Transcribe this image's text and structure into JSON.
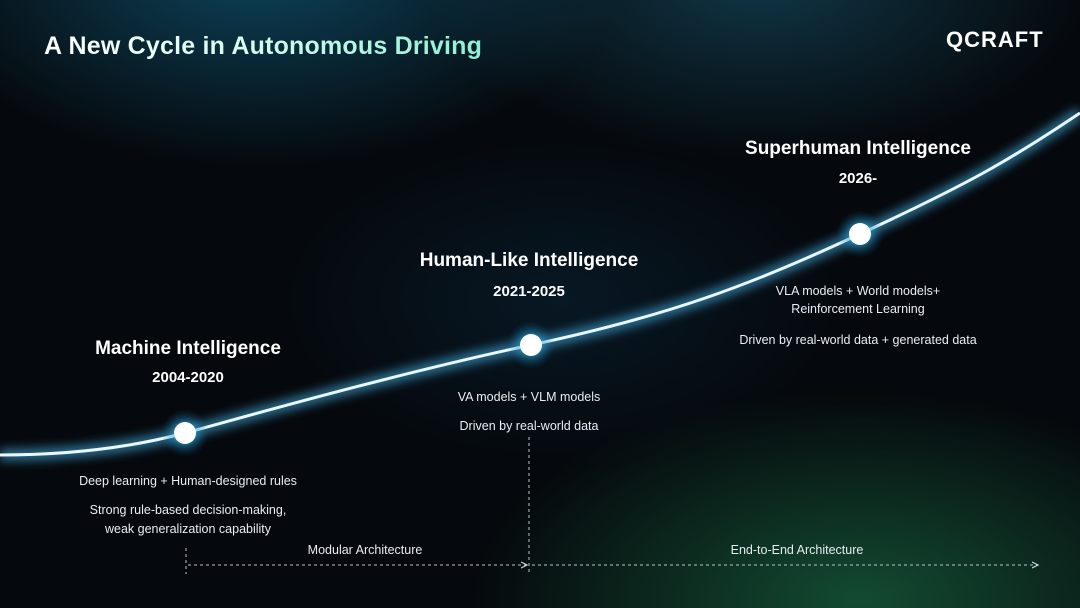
{
  "header": {
    "title": "A New Cycle in Autonomous Driving",
    "logo_text": "QCRAFT"
  },
  "stages": [
    {
      "name": "Machine Intelligence",
      "years": "2004-2020",
      "desc_line1": "Deep learning + Human-designed rules",
      "desc_line2": "Strong rule-based decision-making,",
      "desc_line3": "weak generalization capability"
    },
    {
      "name": "Human-Like Intelligence",
      "years": "2021-2025",
      "desc_line1": "VA models + VLM models",
      "desc_line2": "Driven by real-world data"
    },
    {
      "name": "Superhuman Intelligence",
      "years": "2026-",
      "desc_line1": "VLA models + World models+",
      "desc_line2": "Reinforcement Learning",
      "desc_line3": "Driven by real-world data + generated data"
    }
  ],
  "architectures": [
    {
      "label": "Modular Architecture"
    },
    {
      "label": "End-to-End Architecture"
    }
  ],
  "colors": {
    "curve_glow": "#7fd8ff",
    "curve_core": "#ffffff",
    "title_accent": "#8ef0d2",
    "background": "#05080c"
  }
}
